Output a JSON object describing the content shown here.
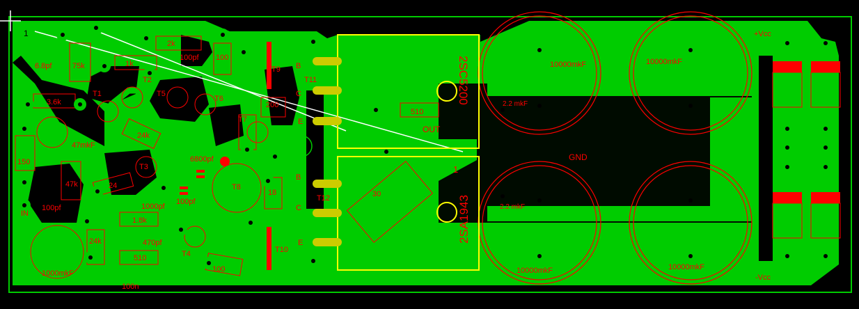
{
  "colors": {
    "background": "#000000",
    "copper": "#00cc00",
    "silk": "#ff0000",
    "transistor_outline": "#ffff00",
    "pad": "#cccc00",
    "marker": "#ffffff"
  },
  "corner_marker": "1",
  "components": {
    "cap_6p8": "6.8pf",
    "res_75k": "75k",
    "res_2k": "2k",
    "cap_100pf_top": "100pf",
    "res_100_top": "100",
    "res_1k": "1k",
    "t1": "T1",
    "t2": "T2",
    "t5": "T5",
    "t6": "T6",
    "res_3k6": "3.6k",
    "res_24k_mid": "24k",
    "cap_47mkf": "47mkF",
    "res_150": "150",
    "res_47k": "47k",
    "t3": "T3",
    "res_24": "24",
    "cap_100pf_left": "100pf",
    "in_label": "IN",
    "cap_6800pf": "6800pf",
    "t7": "T7",
    "t8": "T8",
    "res_200": "200",
    "cap_1000pf": "1000pf",
    "cap_100pf_mid": "100pf",
    "res_18": "18",
    "res_1k8": "1.8k",
    "res_24k_low": "24k",
    "cap_470pf": "470pf",
    "res_510_low": "510",
    "t4": "T4",
    "res_100_low": "100",
    "cap_1000mkf": "1000mkF",
    "cap_100n": "100n",
    "t9": "T9",
    "t10": "T10",
    "t11": "T11",
    "t12": "T12",
    "pin_b": "B",
    "pin_c": "C",
    "pin_e": "E",
    "res_510_power": "510",
    "res_30": "30",
    "out_label": "OUT",
    "q_top": "2SC5200",
    "q_bottom": "2SA1943",
    "q_num": "1",
    "cap_2u2": "2.2 mkF",
    "cap_10000": "10000mkF",
    "gnd": "GND",
    "vcc_pos": "+Vcc",
    "vcc_neg": "-Vcc"
  }
}
